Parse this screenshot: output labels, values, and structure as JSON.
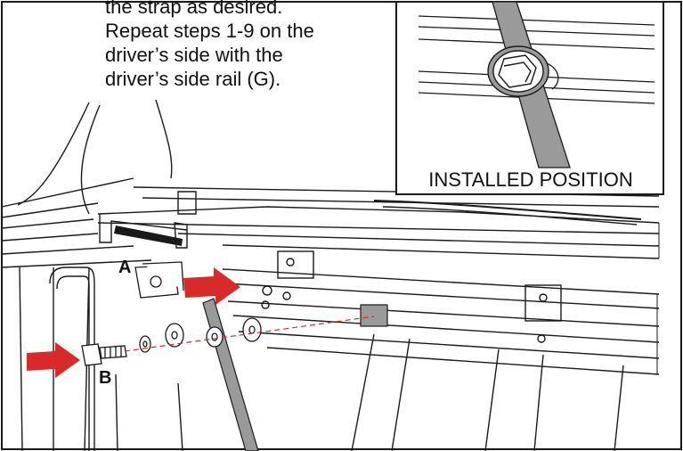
{
  "instructions": {
    "lines": [
      "the strap as desired.",
      "Repeat steps 1-9 on the",
      "driver’s side with the",
      "driver’s side rail (G)."
    ]
  },
  "inset": {
    "caption": "INSTALLED POSITION"
  },
  "callouts": {
    "a": "A",
    "b": "B"
  },
  "colors": {
    "arrow": "#d92a2a",
    "line": "#1a1a1a",
    "strap": "#9a9a9a",
    "dashed_path": "#d92a2a"
  }
}
